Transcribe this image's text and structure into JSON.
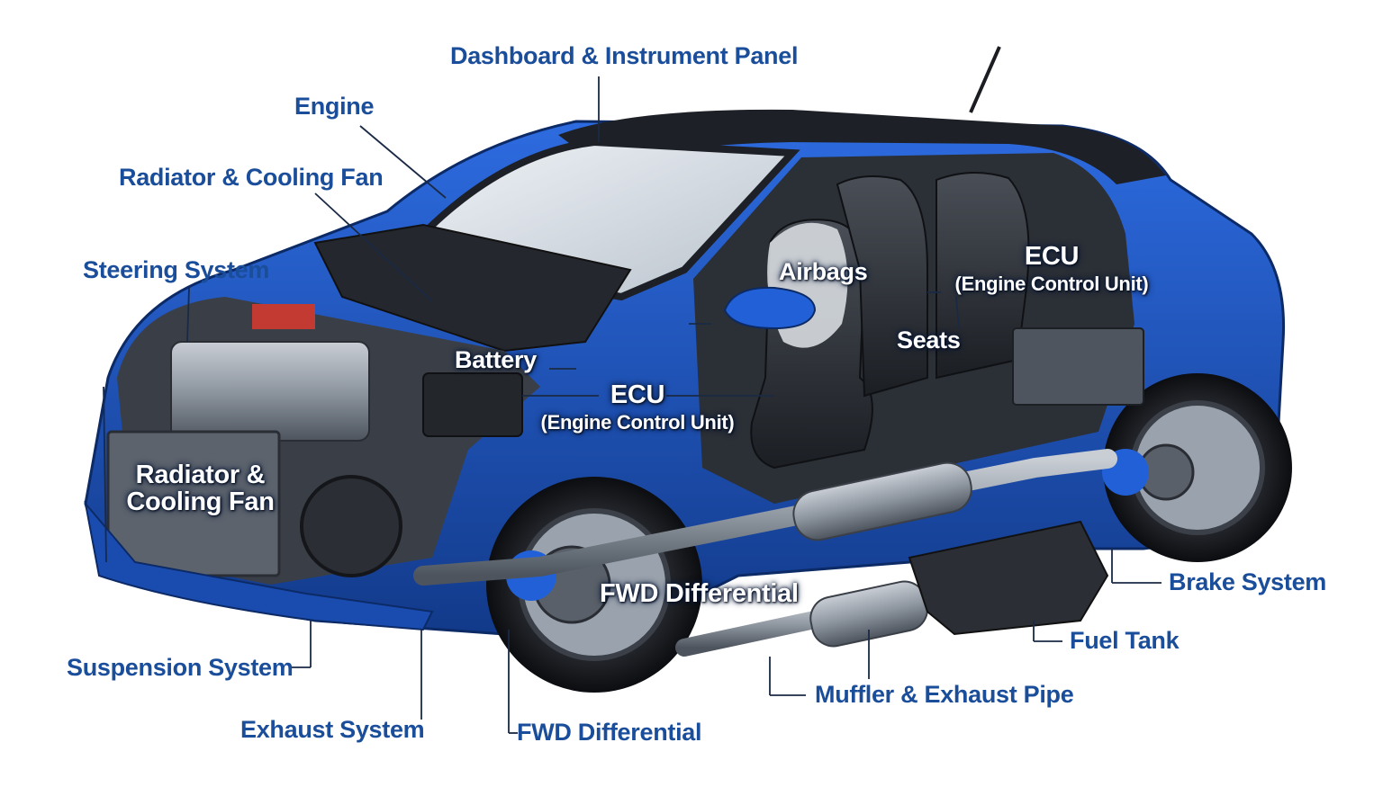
{
  "colors": {
    "label_text": "#1a4d9a",
    "body_blue": "#1f57c3",
    "body_dark": "#123a8a",
    "trim_black": "#1d2026",
    "metal": "#8e96a0",
    "inner_label": "#ffffff"
  },
  "labels": {
    "dashboard": "Dashboard & Instrument Panel",
    "engine": "Engine",
    "radiator_top": "Radiator & Cooling Fan",
    "steering": "Steering System",
    "airbags": "Airbags",
    "ecu_right_title": "ECU",
    "ecu_right_sub": "(Engine Control Unit)",
    "seats": "Seats",
    "battery": "Battery",
    "ecu_center_title": "ECU",
    "ecu_center_sub": "(Engine Control Unit)",
    "radiator_inner_line1": "Radiator &",
    "radiator_inner_line2": "Cooling Fan",
    "fwd_inner": "FWD Differential",
    "brake": "Brake System",
    "fuel_tank": "Fuel Tank",
    "suspension": "Suspension System",
    "muffler": "Muffler & Exhaust Pipe",
    "exhaust": "Exhaust System",
    "fwd_bottom": "FWD Differential"
  }
}
